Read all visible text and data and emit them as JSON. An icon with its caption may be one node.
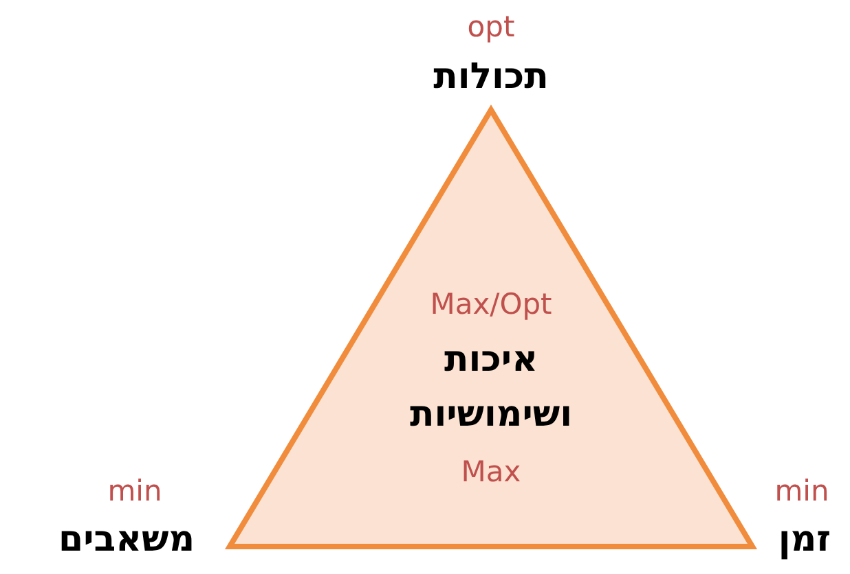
{
  "diagram": {
    "nodes": [
      {
        "text": [
          "Max/Opt",
          "איכות",
          "ושימושיות",
          "Max"
        ]
      }
    ],
    "labels": [
      "opt",
      "תכולות",
      "min",
      "משאבים",
      "min",
      "זמן"
    ]
  }
}
